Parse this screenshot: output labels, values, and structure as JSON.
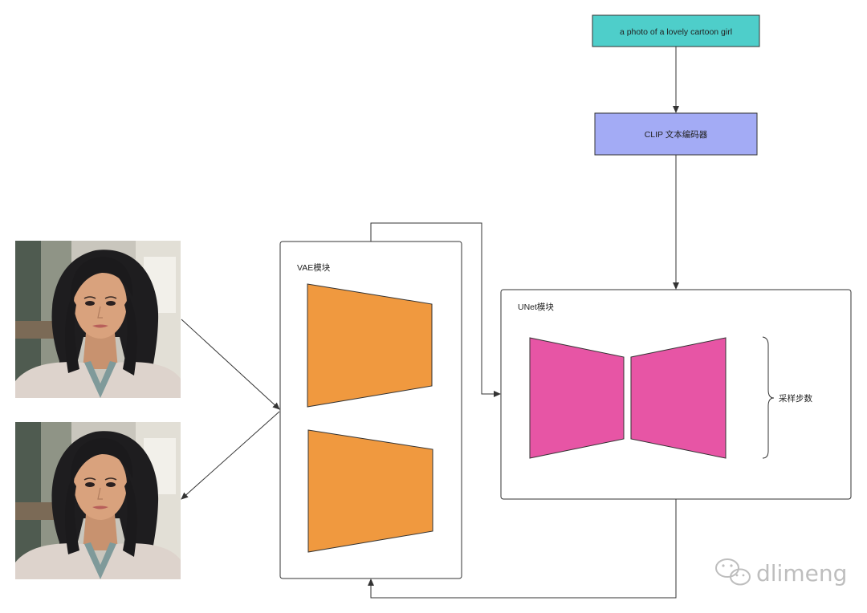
{
  "diagram": {
    "prompt_label": "a photo of a lovely cartoon girl",
    "clip_label": "CLIP 文本编码器",
    "vae_label": "VAE模块",
    "unet_label": "UNet模块",
    "steps_label": "采样步数",
    "input_image": "portrait-photo",
    "output_image": "portrait-photo"
  },
  "watermark": {
    "text": "dlimeng",
    "icon": "wechat-icon"
  },
  "colors": {
    "prompt_fill": "#4ECECA",
    "clip_fill": "#A3ABF5",
    "vae_fill": "#F0993F",
    "unet_fill": "#E755A5",
    "stroke": "#333333",
    "background": "#ffffff"
  }
}
